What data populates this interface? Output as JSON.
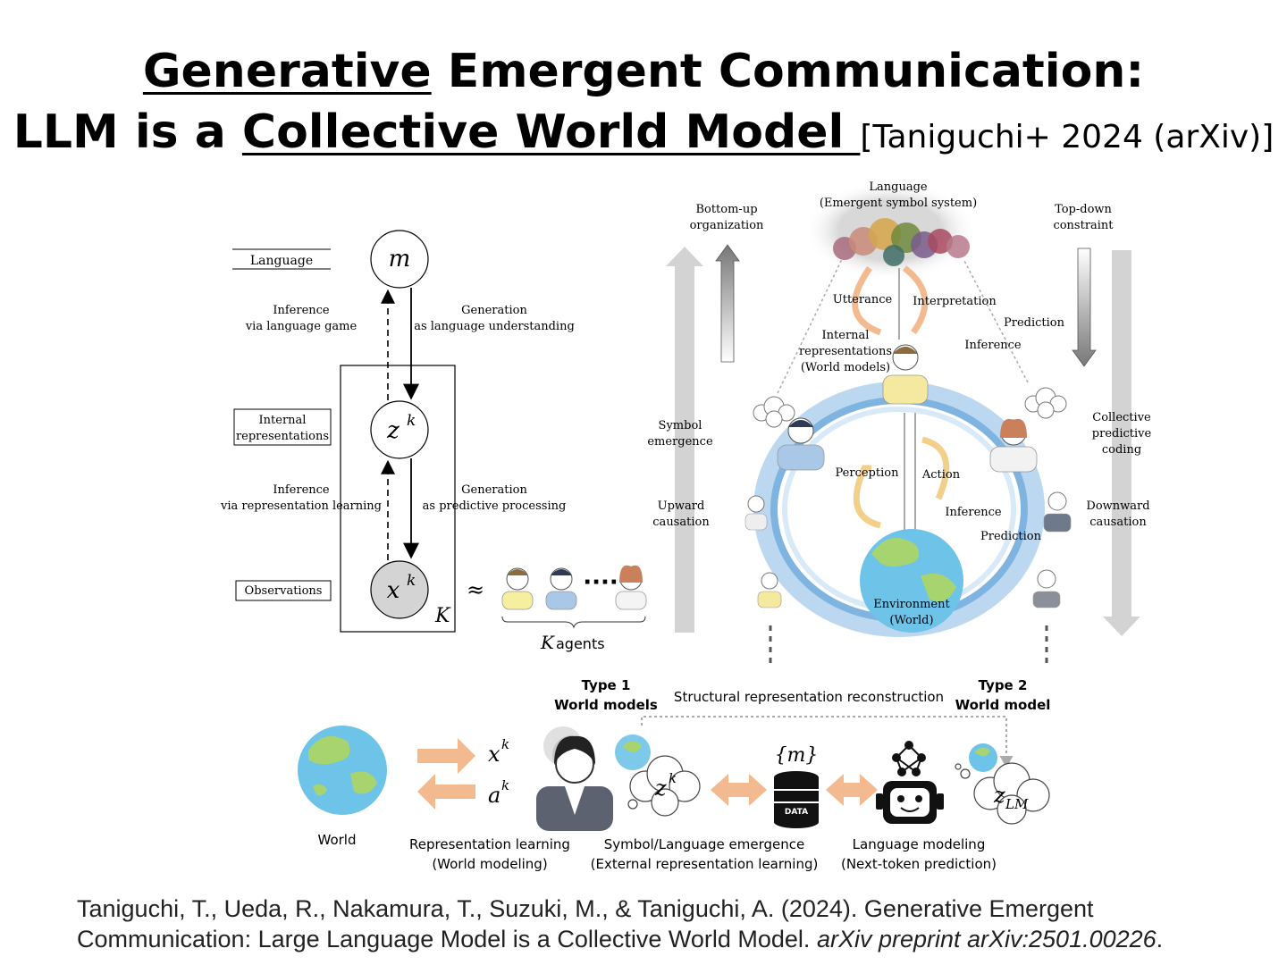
{
  "title": {
    "line1_underlined": "Generative",
    "line1_rest": " Emergent Communication:",
    "line2_prefix": "LLM is a ",
    "line2_underlined": "Collective World Model ",
    "line2_cite": "[Taniguchi+ 2024 (arXiv)]"
  },
  "graphical_model": {
    "row_labels": {
      "language": "Language",
      "internal_l1": "Internal",
      "internal_l2": "representations",
      "observations": "Observations"
    },
    "nodes": {
      "m": "m",
      "z": "z",
      "z_sup": "k",
      "x": "x",
      "x_sup": "k",
      "plate": "K"
    },
    "edges": {
      "inf_lang_l1": "Inference",
      "inf_lang_l2": "via language game",
      "gen_lang_l1": "Generation",
      "gen_lang_l2": "as language understanding",
      "inf_rep_l1": "Inference",
      "inf_rep_l2": "via representation learning",
      "gen_rep_l1": "Generation",
      "gen_rep_l2": "as predictive processing"
    },
    "approx": "≈",
    "dots": "····",
    "k_agents_k": "K",
    "k_agents_text": " agents"
  },
  "collective_diagram": {
    "language_l1": "Language",
    "language_l2": "(Emergent symbol system)",
    "bottom_up_l1": "Bottom-up",
    "bottom_up_l2": "organization",
    "top_down_l1": "Top-down",
    "top_down_l2": "constraint",
    "utterance": "Utterance",
    "interpretation": "Interpretation",
    "prediction_top": "Prediction",
    "inference_top": "Inference",
    "internal_l1": "Internal",
    "internal_l2": "representations",
    "internal_l3": "(World models)",
    "symbol_l1": "Symbol",
    "symbol_l2": "emergence",
    "upward_l1": "Upward",
    "upward_l2": "causation",
    "perception": "Perception",
    "action": "Action",
    "inference_mid": "Inference",
    "prediction_mid": "Prediction",
    "collective_l1": "Collective",
    "collective_l2": "predictive",
    "collective_l3": "coding",
    "downward_l1": "Downward",
    "downward_l2": "causation",
    "env_l1": "Environment",
    "env_l2": "(World)"
  },
  "bottom_pipeline": {
    "type1_l1": "Type 1",
    "type1_l2": "World models",
    "structural": "Structural representation reconstruction",
    "type2_l1": "Type 2",
    "type2_l2": "World model",
    "world": "World",
    "xk_base": "x",
    "xk_sup": "k",
    "ak_base": "a",
    "ak_sup": "k",
    "zk_base": "z",
    "zk_sup": "k",
    "m_set": "{m}",
    "data": "DATA",
    "zlm_base": "z",
    "zlm_sub": "LM",
    "rep_l1": "Representation learning",
    "rep_l2": "(World modeling)",
    "sym_l1": "Symbol/Language  emergence",
    "sym_l2": "(External representation learning)",
    "lm_l1": "Language modeling",
    "lm_l2": "(Next-token prediction)"
  },
  "reference": {
    "plain": "Taniguchi, T., Ueda, R., Nakamura, T., Suzuki, M., & Taniguchi, A. (2024).  Generative Emergent Communication: Large Language Model is a Collective World Model. ",
    "italic": "arXiv preprint arXiv:2501.00226",
    "end": "."
  },
  "colors": {
    "orange_arrow": "#f3b98f",
    "ring_blue": "#7fb3e0",
    "globe_ocean": "#6ec3e8",
    "globe_land": "#a8d46f",
    "gray_arrow": "#cfcfcf"
  }
}
